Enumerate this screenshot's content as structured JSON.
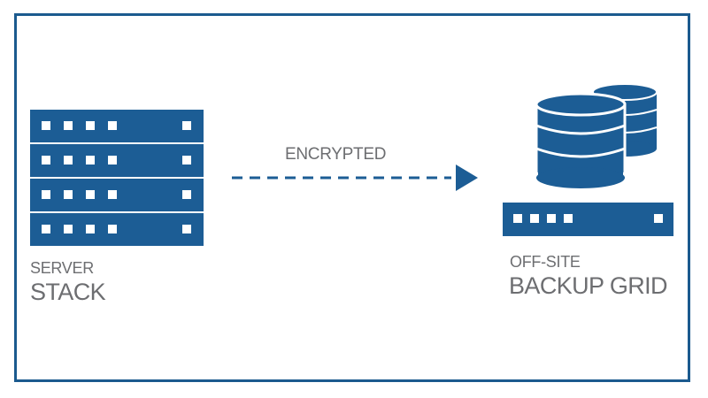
{
  "diagram": {
    "server": {
      "line1": "SERVER",
      "line2": "STACK",
      "icon": "server-rack-icon",
      "unit_count": 4
    },
    "connector": {
      "label": "ENCRYPTED",
      "style": "dashed-arrow"
    },
    "backup": {
      "line1": "OFF-SITE",
      "line2": "BACKUP GRID",
      "icon": "database-stack-icon"
    }
  },
  "colors": {
    "primary": "#1c5d95",
    "frame": "#1b5a8e",
    "label": "#6d6e71",
    "background": "#ffffff"
  }
}
